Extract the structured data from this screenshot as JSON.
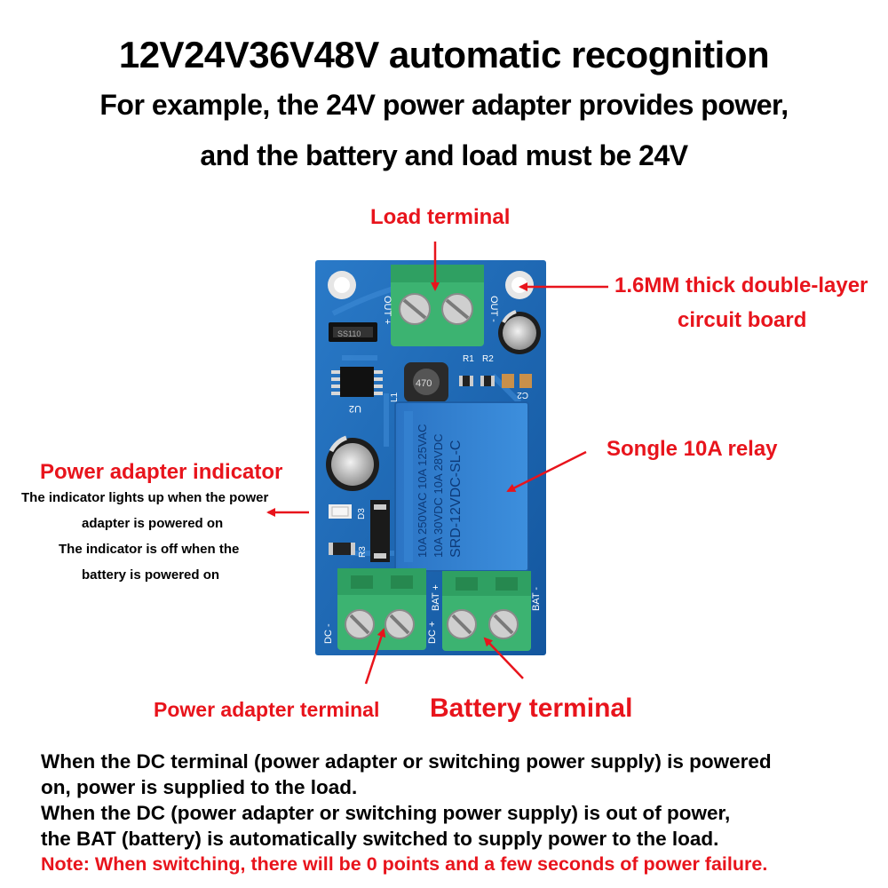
{
  "headline": {
    "title": "12V24V36V48V automatic recognition",
    "line2": "For example, the 24V power adapter provides power,",
    "line3": "and the battery and load must be 24V"
  },
  "callouts": {
    "load_terminal": "Load terminal",
    "board_thickness_1": "1.6MM thick double-layer",
    "board_thickness_2": "circuit board",
    "relay": "Songle 10A relay",
    "power_indicator_title": "Power adapter indicator",
    "power_indicator_line1": "The indicator lights up when the power",
    "power_indicator_line2": "adapter is powered on",
    "power_indicator_line3": "The indicator is off when the",
    "power_indicator_line4": "battery is powered on",
    "power_adapter_terminal": "Power adapter terminal",
    "battery_terminal": "Battery terminal"
  },
  "board": {
    "silkscreen": {
      "out_plus": "OUT +",
      "out_minus": "OUT -",
      "dc_minus": "DC -",
      "dc_plus": "DC +",
      "bat_plus": "BAT +",
      "bat_minus": "BAT -",
      "r1": "R1",
      "r2": "R2",
      "l1": "L1",
      "u2": "U2",
      "c2": "C2",
      "d3": "D3",
      "r3": "R3",
      "ss110": "SS110",
      "inductor": "470"
    },
    "relay_text": {
      "line1": "10A 250VAC  10A 125VAC",
      "line2": "10A 30VDC  10A 28VDC",
      "line3": "SRD-12VDC-SL-C"
    }
  },
  "footer": {
    "line1": "When the DC terminal (power adapter or switching power supply) is powered",
    "line2": "on, power is supplied to the load.",
    "line3": "When the DC (power adapter or switching power supply) is out of power,",
    "line4": "the BAT (battery) is automatically switched to supply power to the load.",
    "note": "Note: When switching, there will be 0 points and a few seconds of power failure."
  },
  "colors": {
    "accent_red": "#e8141c",
    "pcb_blue": "#1a66b8",
    "terminal_green": "#3cb371",
    "relay_blue": "#2f7fd0"
  }
}
